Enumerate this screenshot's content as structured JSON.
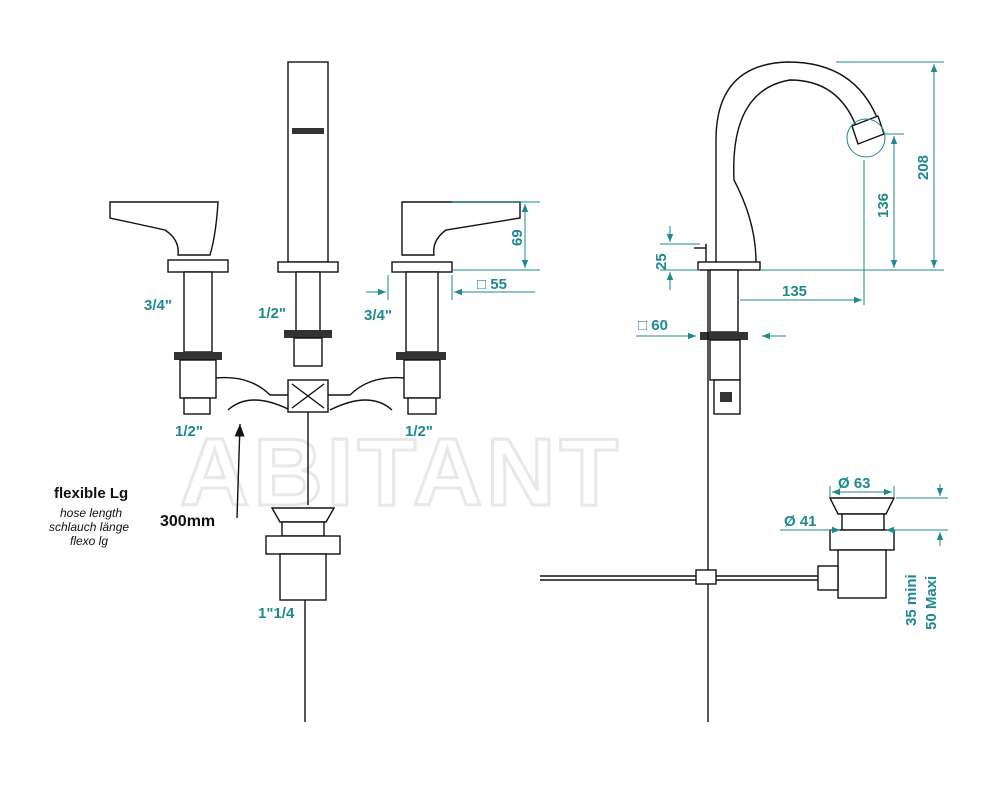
{
  "watermark": "ABITANT",
  "front_view": {
    "thread_left_handle": "3/4\"",
    "thread_spout": "1/2\"",
    "thread_right_handle": "3/4\"",
    "thread_left_inlet": "1/2\"",
    "thread_right_inlet": "1/2\"",
    "dim_handle_height": "69",
    "dim_square_size": "□ 55",
    "waste_thread": "1\"1/4",
    "hose_length": "300mm"
  },
  "hose_note": {
    "title": "flexible Lg",
    "line1": "hose length",
    "line2": "schlauch länge",
    "line3": "flexo lg"
  },
  "side_view": {
    "dim_total_height": "208",
    "dim_spout_height": "136",
    "dim_spout_reach": "135",
    "dim_lever_height": "25",
    "dim_base_square": "□ 60",
    "dim_waste_top": "Ø 63",
    "dim_waste_bottom": "Ø 41",
    "dim_waste_min": "35  mini",
    "dim_waste_max": "50 Maxi"
  }
}
